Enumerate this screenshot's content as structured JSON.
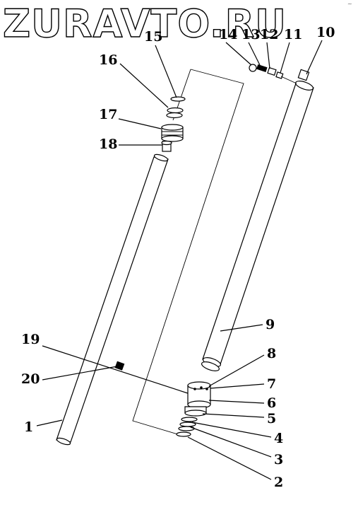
{
  "watermark": "ZURAVTO.RU",
  "corner_mark": "~",
  "callouts": [
    "1",
    "2",
    "3",
    "4",
    "5",
    "6",
    "7",
    "8",
    "9",
    "10",
    "11",
    "12",
    "13",
    "14",
    "15",
    "16",
    "17",
    "18",
    "19",
    "20"
  ],
  "colors": {
    "ink": "#000000",
    "background": "#ffffff"
  }
}
